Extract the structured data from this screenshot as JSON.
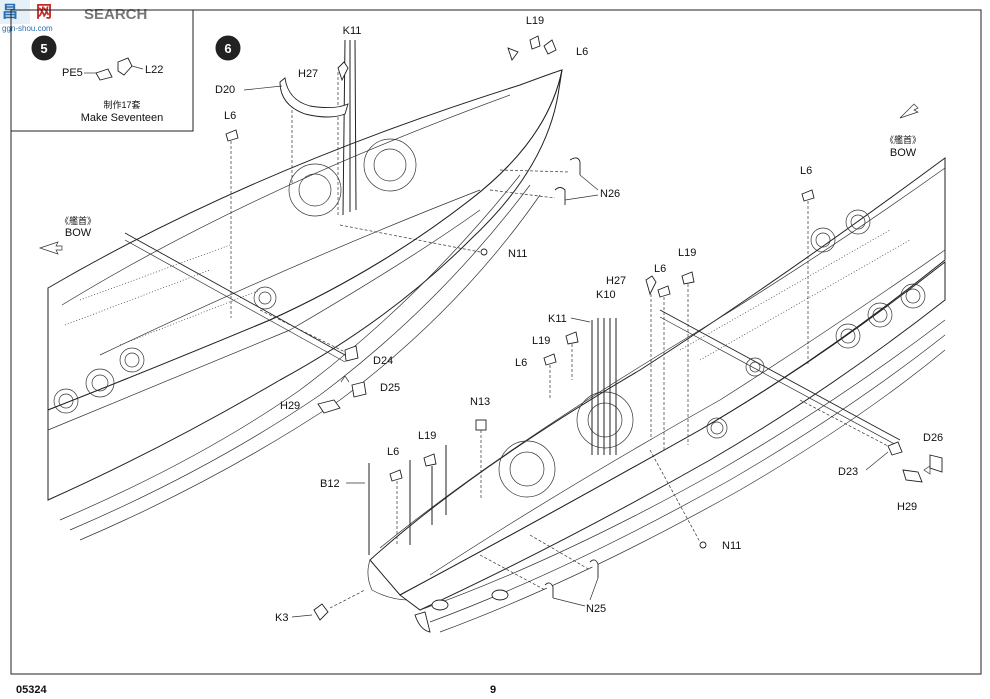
{
  "header": {
    "watermark": "SEARCH",
    "watermark_icon": "sohu-logo-icon",
    "watermark_url": "ggn-shou.com"
  },
  "footer": {
    "code": "05324",
    "page": "9"
  },
  "step5": {
    "number": "5",
    "labels": [
      "PE5",
      "L22"
    ],
    "note_cn": "制作17套",
    "note_en": "Make Seventeen"
  },
  "step6": {
    "number": "6",
    "bow_left": {
      "cn": "《艦首》",
      "en": "BOW"
    },
    "bow_right": {
      "cn": "《艦首》",
      "en": "BOW"
    },
    "parts_upper": [
      "K11",
      "L19",
      "L6",
      "H27",
      "D20",
      "L6",
      "N26",
      "N11",
      "D24",
      "D25",
      "H29"
    ],
    "parts_lower": [
      "L6",
      "L19",
      "H27",
      "L6",
      "K10",
      "K11",
      "L19",
      "L6",
      "N13",
      "L19",
      "L6",
      "B12",
      "K3",
      "N25",
      "N11",
      "D23",
      "D26",
      "H29"
    ]
  }
}
